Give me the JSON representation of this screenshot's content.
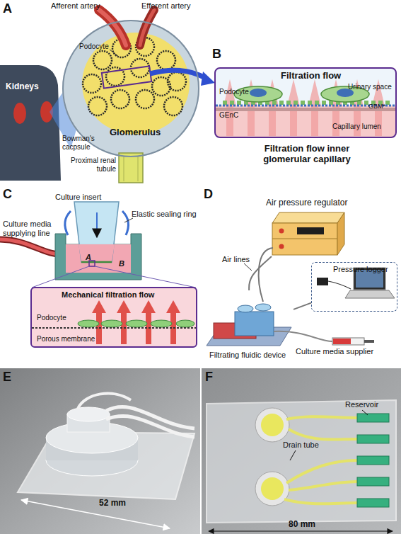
{
  "diagram": {
    "nodes": [
      {
        "text": [
          "Glomerulus"
        ]
      },
      {
        "text": [
          "Filtration flow",
          "Urinary space",
          "Podocyte",
          "GBM*",
          "GEnC",
          "Capillary lumen",
          "Filtration flow inner glomerular capillary"
        ]
      },
      {
        "text": [
          "Mechanical filtration flow",
          "Podocyte",
          "Porous membrane"
        ]
      },
      {
        "text": [
          "Air pressure regulator"
        ]
      },
      {
        "text": [
          "Filtrating fluidic device"
        ]
      },
      {
        "text": [
          "Pressure logger"
        ]
      }
    ],
    "edges": [
      {
        "from": 3,
        "to": 4,
        "arrow": "none"
      },
      {
        "from": 4,
        "to": 5,
        "arrow": "none"
      }
    ],
    "labels": [
      "A",
      "Kidneys",
      "Afferent artery",
      "Efferent artery",
      "Podocyte",
      "Bowman's cacpsule",
      "Proximal renal tubule",
      "B",
      "C",
      "Culture insert",
      "Elastic sealing ring",
      "Culture media supplying line",
      "A",
      "B",
      "D",
      "Air lines",
      "Culture media supplier",
      "E",
      "52 mm",
      "F",
      "Reservoir",
      "Drain tube",
      "80 mm"
    ]
  }
}
